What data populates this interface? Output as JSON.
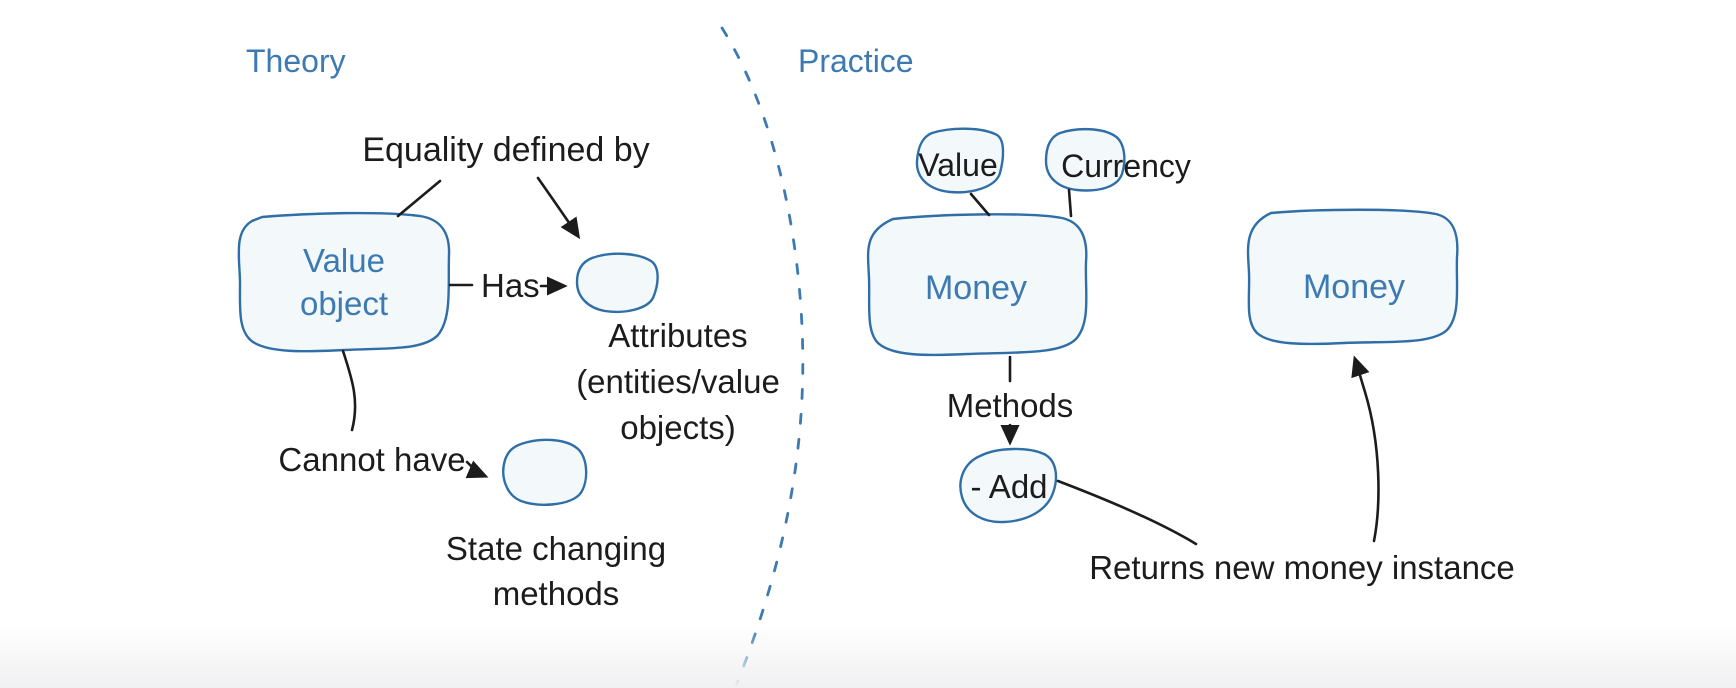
{
  "colors": {
    "accent_blue": "#3d7ab2",
    "stroke_blue": "#2f6ea6",
    "node_fill": "#f3f8fb",
    "ink_black": "#1c1c1c",
    "background": "#ffffff"
  },
  "theory": {
    "section_label": "Theory",
    "equality_label": "Equality defined by",
    "value_object_line1": "Value",
    "value_object_line2": "object",
    "has_label": "Has",
    "attributes_line1": "Attributes",
    "attributes_line2": "(entities/value",
    "attributes_line3": "objects)",
    "cannot_have_label": "Cannot have",
    "state_changing_line1": "State changing",
    "state_changing_line2": "methods"
  },
  "practice": {
    "section_label": "Practice",
    "value_label": "Value",
    "currency_label": "Currency",
    "money_left_label": "Money",
    "methods_label": "Methods",
    "add_label": "- Add",
    "returns_label": "Returns new money instance",
    "money_right_label": "Money"
  }
}
